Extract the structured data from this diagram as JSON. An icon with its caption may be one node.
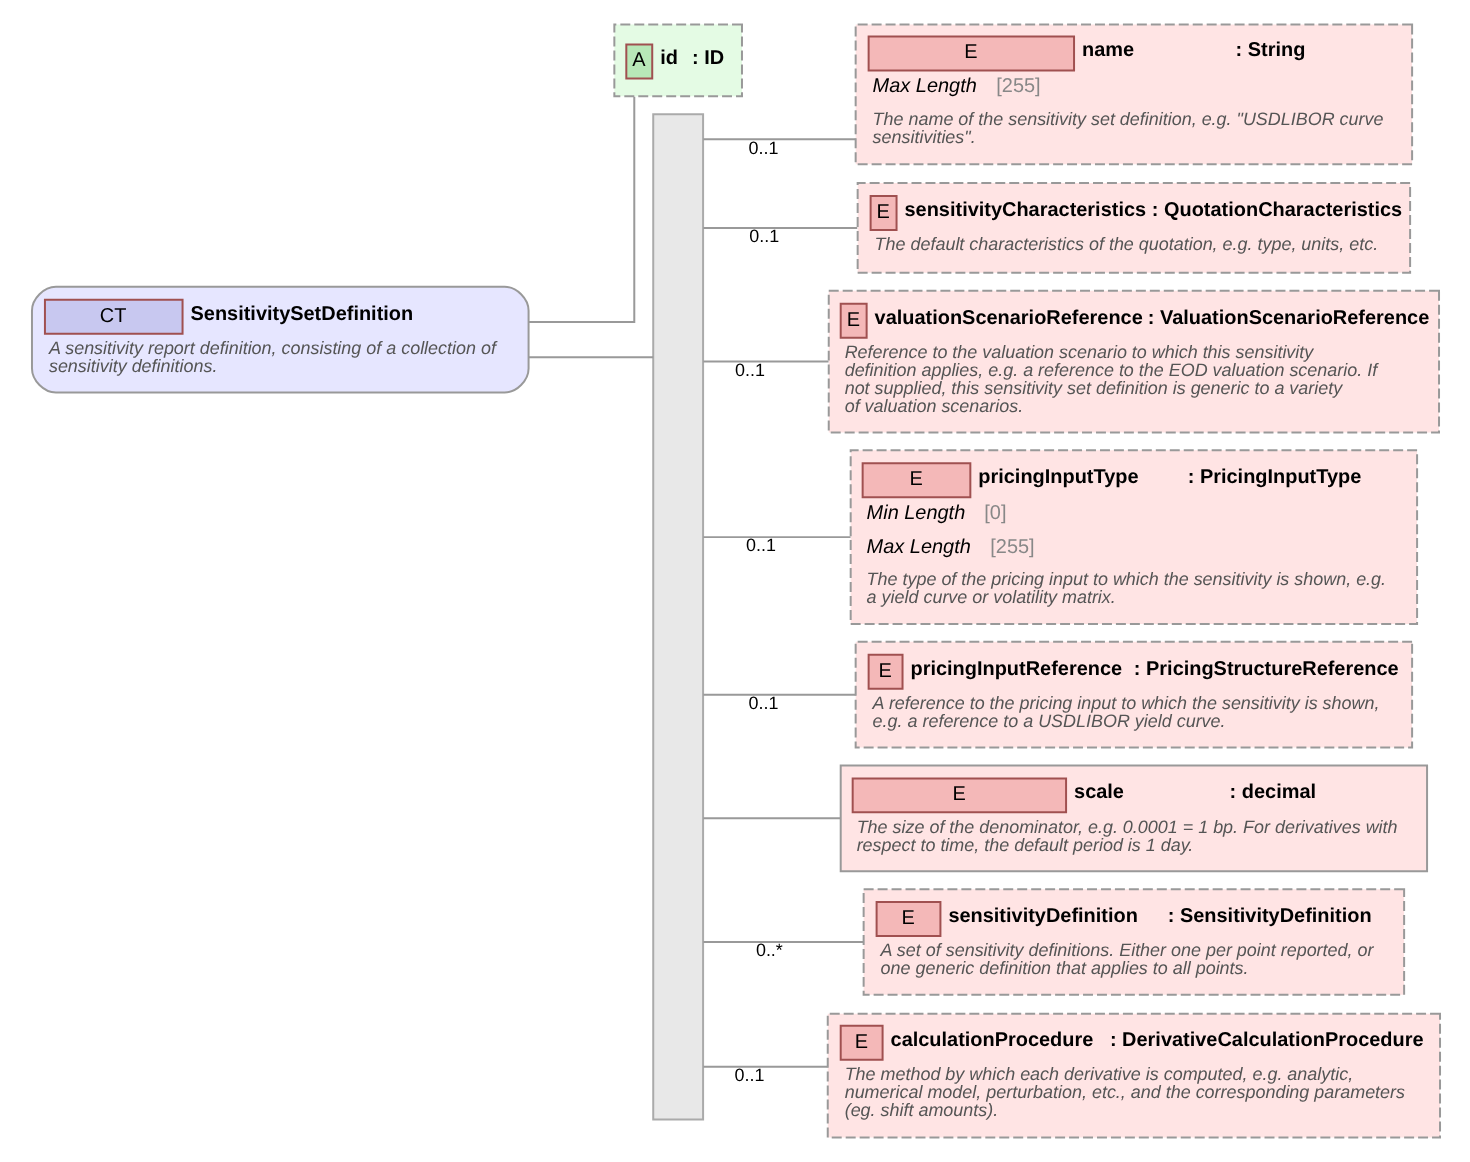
{
  "diagram": {
    "nodes": [
      {
        "text": [
          "CT",
          "SensitivitySetDefinition",
          "A sensitivity report definition, consisting of a collection of sensitivity definitions."
        ]
      },
      {
        "text": [
          "A",
          "id",
          ": ID"
        ]
      },
      {
        "text": [],
        "shape": "bar"
      },
      {
        "text": [
          "E",
          "name",
          ": String",
          "Max Length",
          "[255]",
          "The name of the sensitivity set definition, e.g. \"USDLIBOR curve sensitivities\"."
        ]
      },
      {
        "text": [
          "E",
          "sensitivityCharacteristics",
          ": QuotationCharacteristics",
          "The default characteristics of the quotation, e.g. type, units, etc."
        ]
      },
      {
        "text": [
          "E",
          "valuationScenarioReference",
          ": ValuationScenarioReference",
          "Reference to the valuation scenario to which this sensitivity definition applies, e.g. a reference to the EOD valuation scenario. If not supplied, this sensitivity set definition is generic to a variety of valuation scenarios."
        ]
      },
      {
        "text": [
          "E",
          "pricingInputType",
          ": PricingInputType",
          "Min Length",
          "[0]",
          "Max Length",
          "[255]",
          "The type of the pricing input to which the sensitivity is shown, e.g. a yield curve or volatility matrix."
        ]
      },
      {
        "text": [
          "E",
          "pricingInputReference",
          ": PricingStructureReference",
          "A reference to the pricing input to which the sensitivity is shown, e.g. a reference to a USDLIBOR yield curve."
        ]
      },
      {
        "text": [
          "E",
          "scale",
          ": decimal",
          "The size of the denominator, e.g. 0.0001 = 1 bp. For derivatives with respect to time, the default period is 1 day."
        ]
      },
      {
        "text": [
          "E",
          "sensitivityDefinition",
          ": SensitivityDefinition",
          "A set of sensitivity definitions. Either one per point reported, or one generic definition that applies to all points."
        ]
      },
      {
        "text": [
          "E",
          "calculationProcedure",
          ": DerivativeCalculationProcedure",
          "The method by which each derivative is computed, e.g. analytic, numerical model, perturbation, etc., and the corresponding parameters (eg. shift amounts)."
        ]
      }
    ],
    "edges": [
      {
        "from": 0,
        "to": 1,
        "arrow": "none"
      },
      {
        "from": 0,
        "to": 2,
        "arrow": "none"
      },
      {
        "from": 2,
        "to": 3,
        "arrow": "none",
        "label": "0..1"
      },
      {
        "from": 2,
        "to": 4,
        "arrow": "none",
        "label": "0..1"
      },
      {
        "from": 2,
        "to": 5,
        "arrow": "none",
        "label": "0..1"
      },
      {
        "from": 2,
        "to": 6,
        "arrow": "none",
        "label": "0..1"
      },
      {
        "from": 2,
        "to": 7,
        "arrow": "none",
        "label": "0..1"
      },
      {
        "from": 2,
        "to": 8,
        "arrow": "none"
      },
      {
        "from": 2,
        "to": 9,
        "arrow": "none",
        "label": "0..*"
      },
      {
        "from": 2,
        "to": 10,
        "arrow": "none",
        "label": "0..1"
      }
    ]
  }
}
